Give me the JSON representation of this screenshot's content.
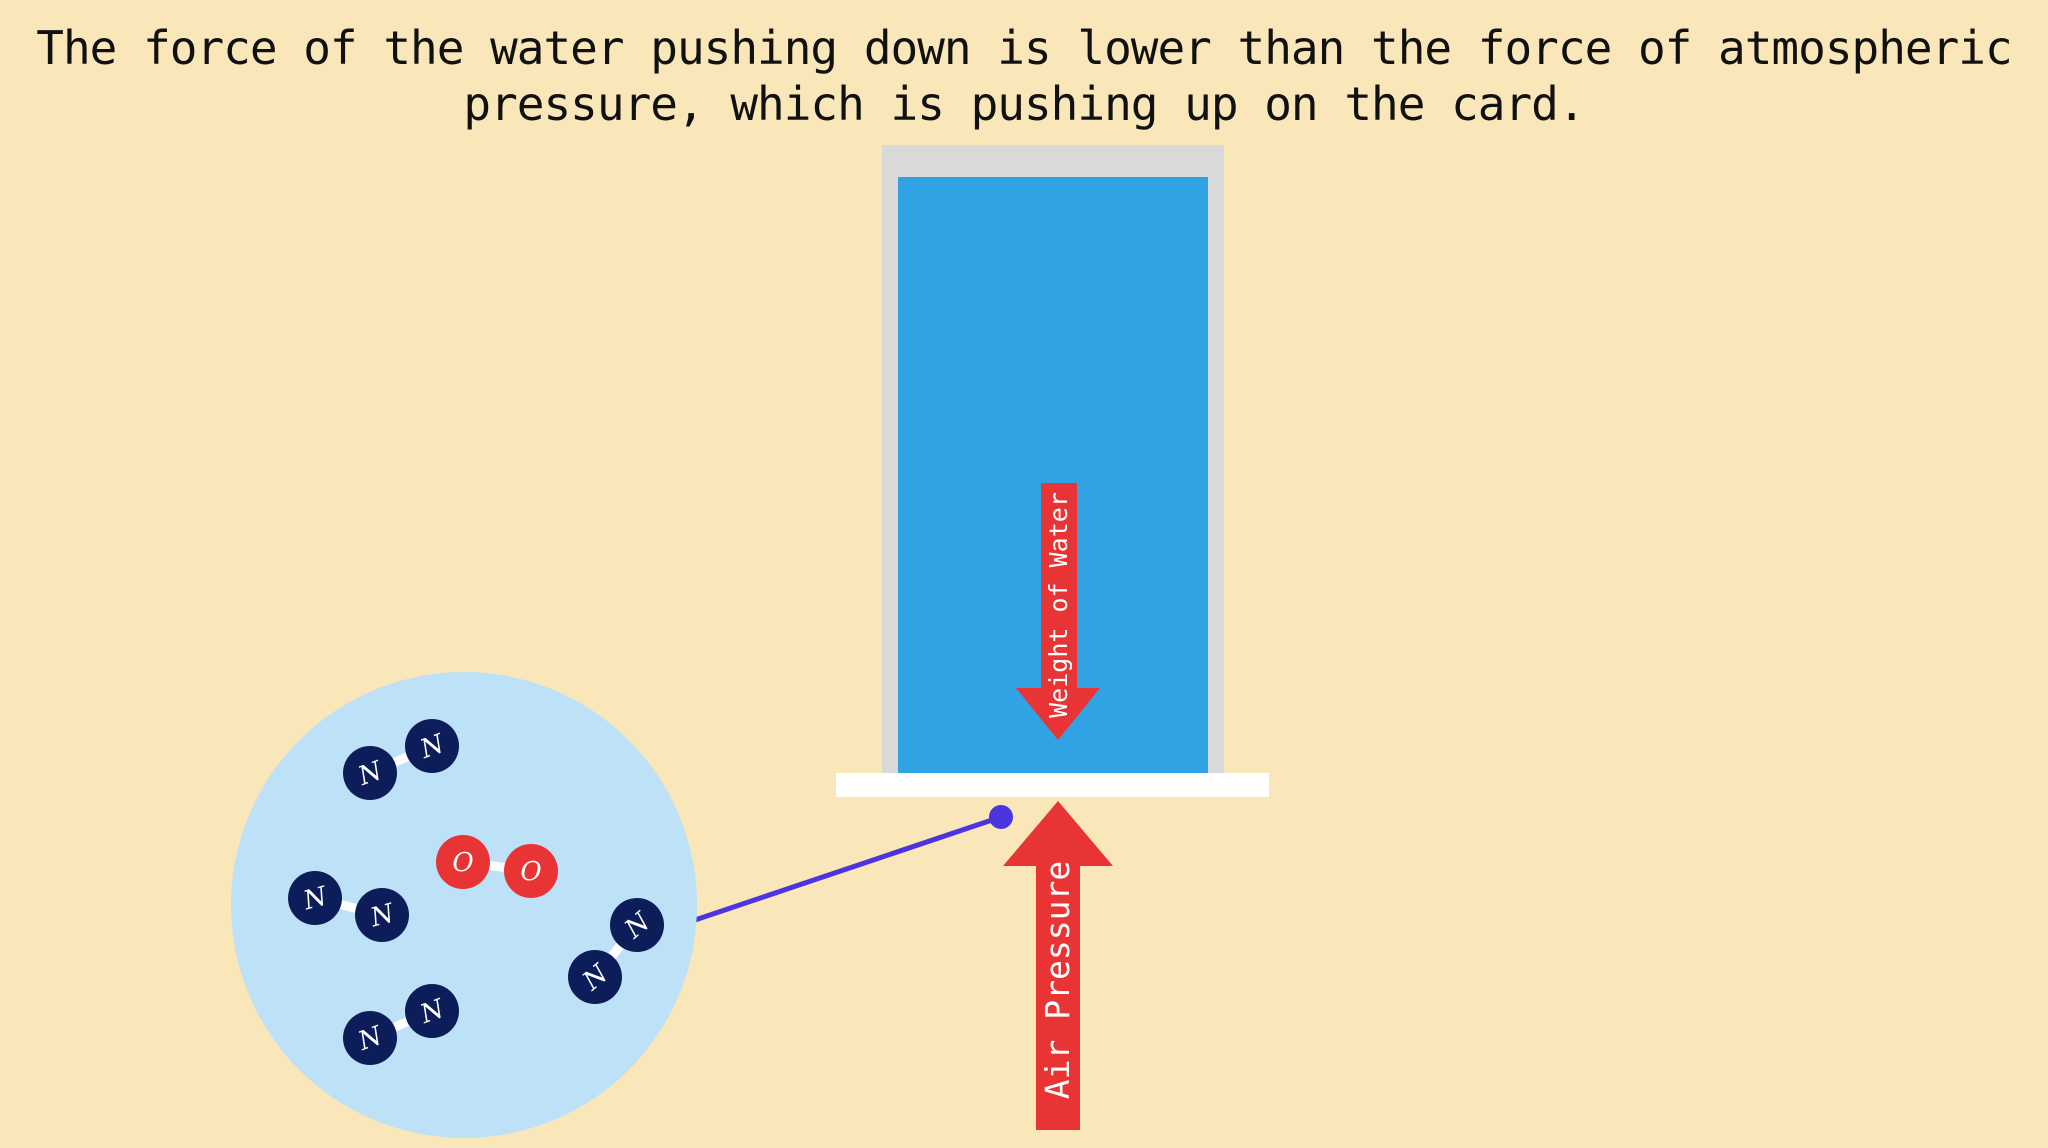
{
  "caption": {
    "line1": "The force of the water pushing down is lower than the force of atmospheric",
    "line2": "pressure, which is pushing up on the card."
  },
  "arrows": {
    "weight_label": "Weight of Water",
    "air_label": "Air Pressure"
  },
  "molecules": {
    "nitrogen_symbol": "N",
    "oxygen_symbol": "O"
  },
  "colors": {
    "background": "#f9e6b9",
    "glass": "#d9d9d9",
    "water": "#31a3e5",
    "card": "#ffffff",
    "arrow": "#e83434",
    "zoom_circle": "#bde1f7",
    "nitrogen": "#0c1d5a",
    "oxygen": "#e83434",
    "pointer": "#4b35e0"
  }
}
